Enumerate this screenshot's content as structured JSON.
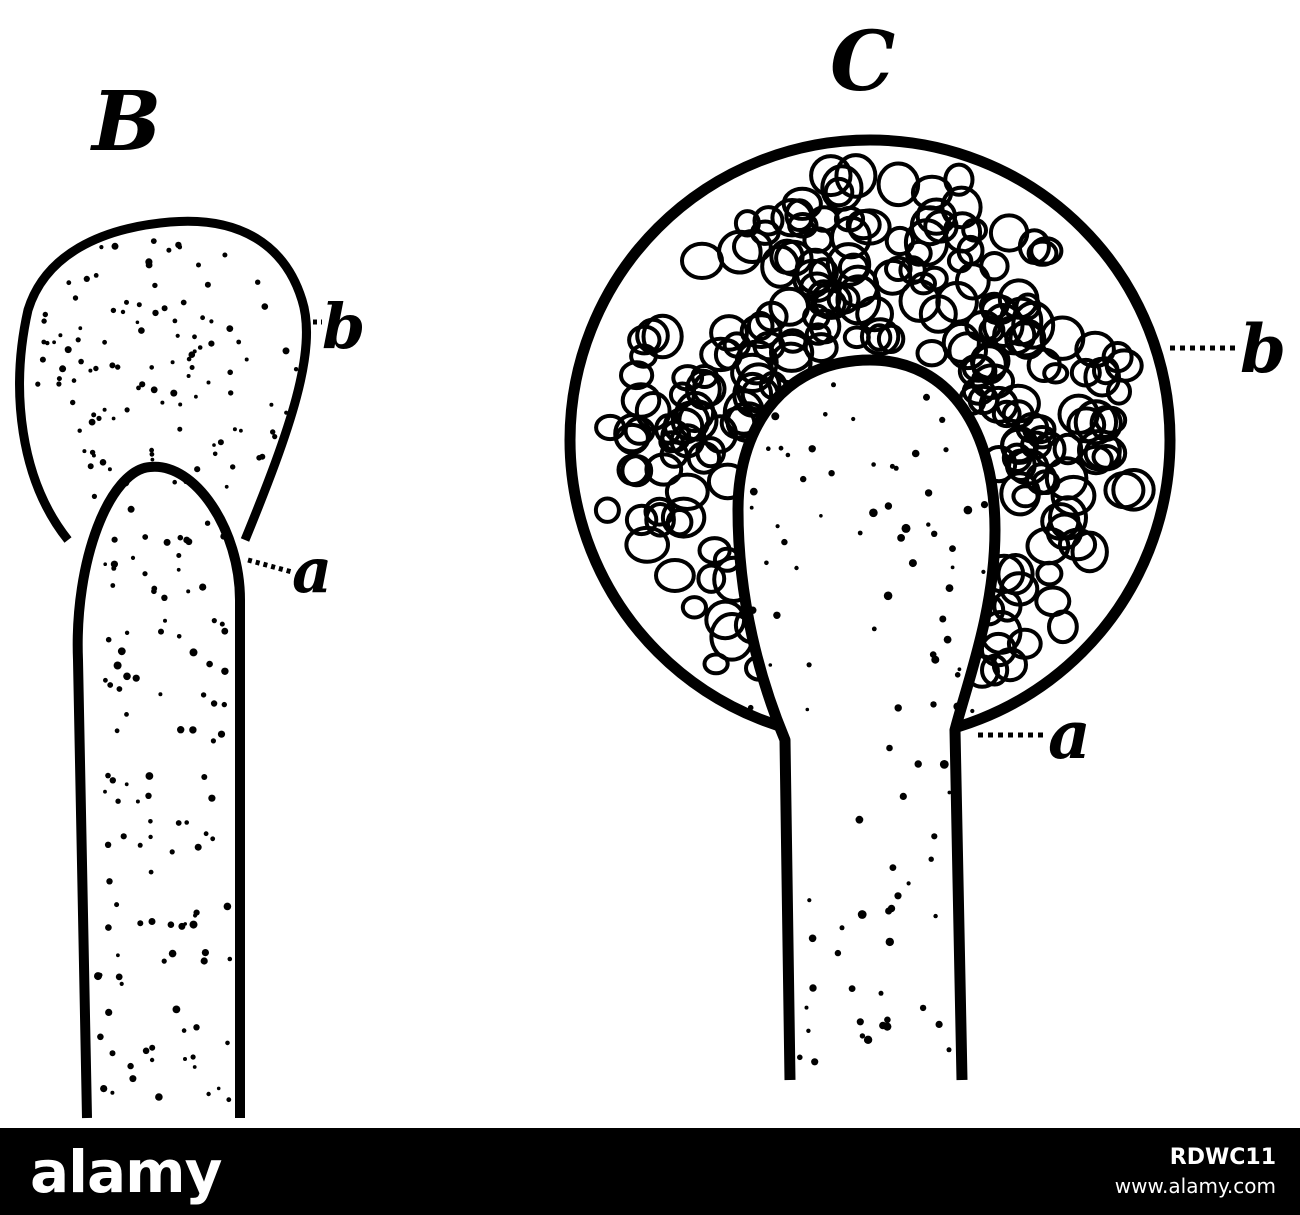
{
  "figure": {
    "panel_b": {
      "title": "B",
      "label_b": "b",
      "label_a": "a"
    },
    "panel_c": {
      "title": "C",
      "label_b": "b",
      "label_a": "a"
    }
  },
  "watermark": {
    "brand": "alamy",
    "image_id": "RDWC11",
    "url": "www.alamy.com"
  },
  "colors": {
    "ink": "#000000",
    "paper": "#ffffff",
    "bar": "#000000"
  }
}
